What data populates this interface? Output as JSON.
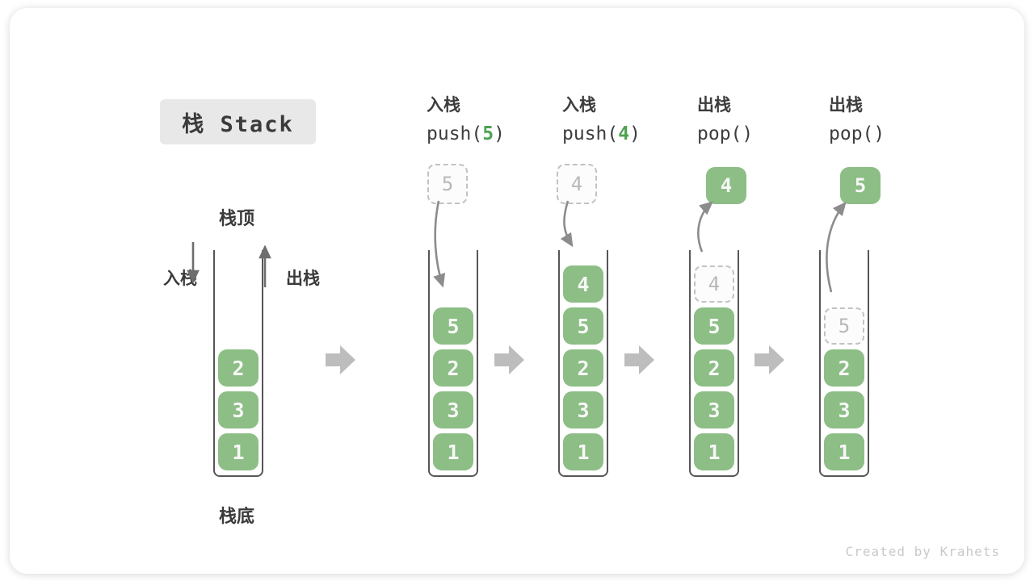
{
  "title": {
    "label": "栈 Stack"
  },
  "diagram": {
    "stack_top_label": "栈顶",
    "stack_bottom_label": "栈底",
    "push_side_label": "入栈",
    "pop_side_label": "出栈"
  },
  "operations": [
    {
      "name": "入栈",
      "code_before": "push(",
      "code_value": "5",
      "code_after": ")"
    },
    {
      "name": "入栈",
      "code_before": "push(",
      "code_value": "4",
      "code_after": ")"
    },
    {
      "name": "出栈",
      "code_before": "pop()",
      "code_value": "",
      "code_after": ""
    },
    {
      "name": "出栈",
      "code_before": "pop()",
      "code_value": "",
      "code_after": ""
    }
  ],
  "stacks": [
    {
      "blocks": [
        "2",
        "3",
        "1"
      ]
    },
    {
      "incoming": "5",
      "blocks": [
        "5",
        "2",
        "3",
        "1"
      ]
    },
    {
      "incoming": "4",
      "blocks": [
        "4",
        "5",
        "2",
        "3",
        "1"
      ]
    },
    {
      "outgoing": "4",
      "ghost": "4",
      "blocks": [
        "5",
        "2",
        "3",
        "1"
      ]
    },
    {
      "outgoing": "5",
      "ghost": "5",
      "blocks": [
        "2",
        "3",
        "1"
      ]
    }
  ],
  "watermark": "Created by Krahets",
  "colors": {
    "block_green": "#8cbe85",
    "code_arg_green": "#4ca350",
    "title_box_bg": "#e8e8e8",
    "text_dark": "#3d3d3d",
    "curved_arrow_gray": "#8c8c8c",
    "straight_arrow_gray": "#6e6e6e",
    "step_arrow_gray": "#bdbdbd",
    "ghost_gray": "#b8b8b8",
    "wall_gray": "#565656",
    "watermark_gray": "#c9c9c9"
  }
}
